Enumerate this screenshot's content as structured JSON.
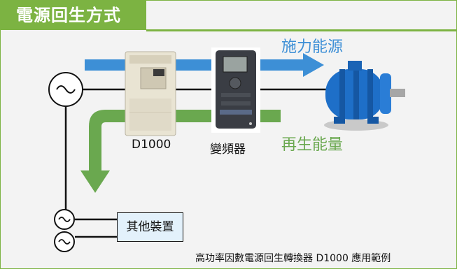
{
  "title": "電源回生方式",
  "labels": {
    "power_flow": "施力能源",
    "regen_flow": "再生能量",
    "d1000": "D1000",
    "inverter": "變頻器",
    "other_equipment": "其他裝置"
  },
  "caption": "高功率因數電源回生轉換器 D1000 應用範例",
  "colors": {
    "accent_green": "#7cb342",
    "power_arrow_blue": "#3d8fd6",
    "regen_arrow_green": "#6aa84f",
    "motor_blue": "#1e6fc8",
    "box_fill": "#e3f1fb",
    "background": "#f3f3f3"
  },
  "icons": [
    "ac-source-icon",
    "motor-icon",
    "d1000-converter-icon",
    "inverter-icon"
  ]
}
